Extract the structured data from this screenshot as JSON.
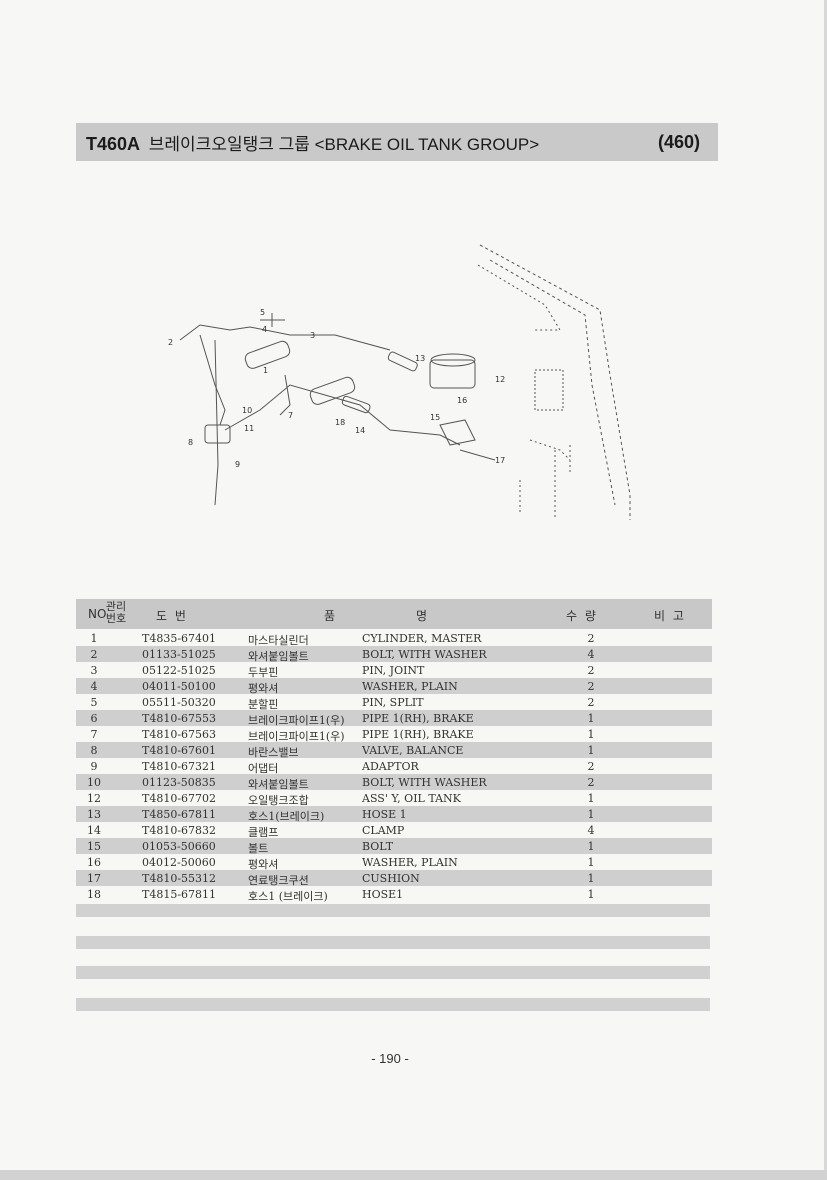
{
  "header": {
    "model": "T460A",
    "title": "브레이크오일탱크 그룹 <BRAKE OIL TANK GROUP>",
    "code": "(460)"
  },
  "table": {
    "columns": {
      "no": "NO",
      "mgmt_no": "관리\n번호",
      "drawing_no": "도  번",
      "item_name_a": "품",
      "item_name_b": "명",
      "quantity": "수  량",
      "remarks": "비  고"
    },
    "rows": [
      {
        "no": "1",
        "part": "T4835-67401",
        "kor": "마스타실린더",
        "eng": "CYLINDER, MASTER",
        "qty": "2"
      },
      {
        "no": "2",
        "part": "01133-51025",
        "kor": "와셔붙임볼트",
        "eng": "BOLT, WITH WASHER",
        "qty": "4"
      },
      {
        "no": "3",
        "part": "05122-51025",
        "kor": "두부핀",
        "eng": "PIN, JOINT",
        "qty": "2"
      },
      {
        "no": "4",
        "part": "04011-50100",
        "kor": "평와셔",
        "eng": "WASHER, PLAIN",
        "qty": "2"
      },
      {
        "no": "5",
        "part": "05511-50320",
        "kor": "분할핀",
        "eng": "PIN, SPLIT",
        "qty": "2"
      },
      {
        "no": "6",
        "part": "T4810-67553",
        "kor": "브레이크파이프1(우)",
        "eng": "PIPE 1(RH), BRAKE",
        "qty": "1"
      },
      {
        "no": "7",
        "part": "T4810-67563",
        "kor": "브레이크파이프1(우)",
        "eng": "PIPE 1(RH), BRAKE",
        "qty": "1"
      },
      {
        "no": "8",
        "part": "T4810-67601",
        "kor": "바란스밸브",
        "eng": "VALVE, BALANCE",
        "qty": "1"
      },
      {
        "no": "9",
        "part": "T4810-67321",
        "kor": "어댑터",
        "eng": "ADAPTOR",
        "qty": "2"
      },
      {
        "no": "10",
        "part": "01123-50835",
        "kor": "와셔붙임볼트",
        "eng": "BOLT, WITH WASHER",
        "qty": "2"
      },
      {
        "no": "12",
        "part": "T4810-67702",
        "kor": "오일탱크조합",
        "eng": "ASS' Y, OIL TANK",
        "qty": "1"
      },
      {
        "no": "13",
        "part": "T4850-67811",
        "kor": "호스1(브레이크)",
        "eng": "HOSE 1",
        "qty": "1"
      },
      {
        "no": "14",
        "part": "T4810-67832",
        "kor": "클램프",
        "eng": "CLAMP",
        "qty": "4"
      },
      {
        "no": "15",
        "part": "01053-50660",
        "kor": "볼트",
        "eng": "BOLT",
        "qty": "1"
      },
      {
        "no": "16",
        "part": "04012-50060",
        "kor": "평와셔",
        "eng": "WASHER, PLAIN",
        "qty": "1"
      },
      {
        "no": "17",
        "part": "T4810-55312",
        "kor": "연료탱크쿠션",
        "eng": "CUSHION",
        "qty": "1"
      },
      {
        "no": "18",
        "part": "T4815-67811",
        "kor": "호스1 (브레이크)",
        "eng": "HOSE1",
        "qty": "1"
      }
    ]
  },
  "diagram": {
    "callouts": [
      "1",
      "2",
      "3",
      "4",
      "5",
      "7",
      "8",
      "9",
      "10",
      "11",
      "12",
      "13",
      "14",
      "15",
      "16",
      "17",
      "18"
    ]
  },
  "footer": {
    "page_number": "- 190 -"
  }
}
